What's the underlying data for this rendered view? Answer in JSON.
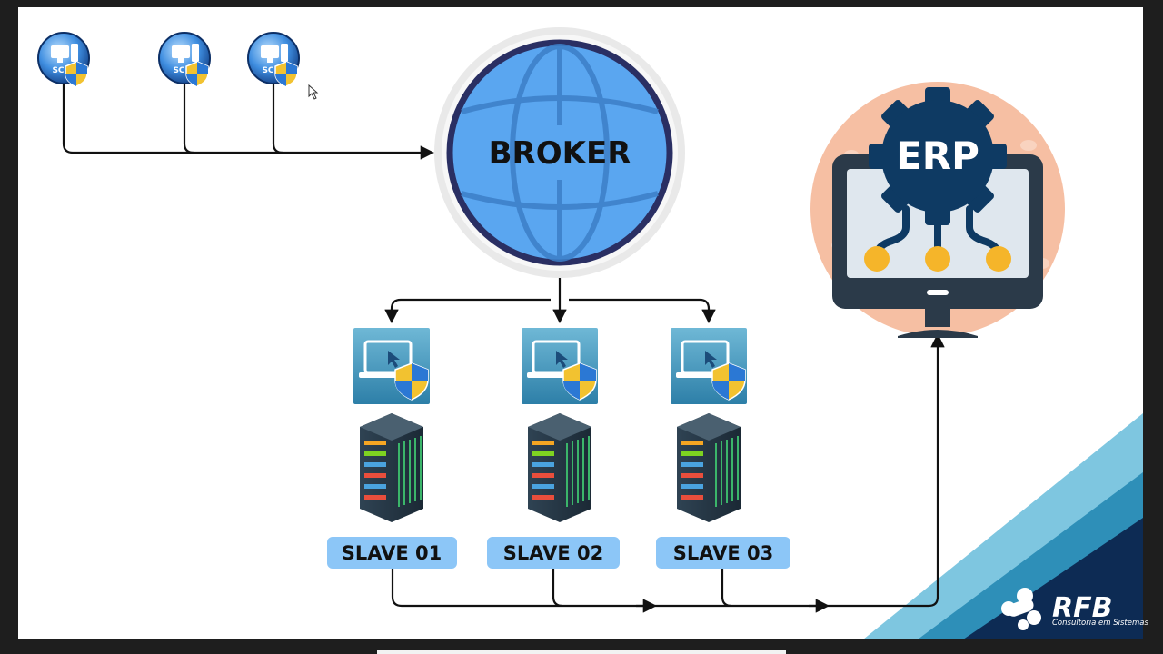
{
  "broker": {
    "label": "BROKER"
  },
  "erp": {
    "label": "ERP"
  },
  "client_badge": "SC",
  "slaves": [
    {
      "label": "SLAVE 01"
    },
    {
      "label": "SLAVE 02"
    },
    {
      "label": "SLAVE 03"
    }
  ],
  "logo": {
    "name": "RFB",
    "tagline": "Consultoria em Sistemas"
  },
  "colors": {
    "line": "#111111",
    "globe_fill": "#5aa6f0",
    "globe_ring": "#2a2f63",
    "slave_label_bg": "#8cc6f7",
    "erp_gear": "#0e3a63",
    "erp_bg": "#f6bfa3",
    "accent_teal": "#3aa6c4",
    "accent_navy": "#0d2b54"
  }
}
